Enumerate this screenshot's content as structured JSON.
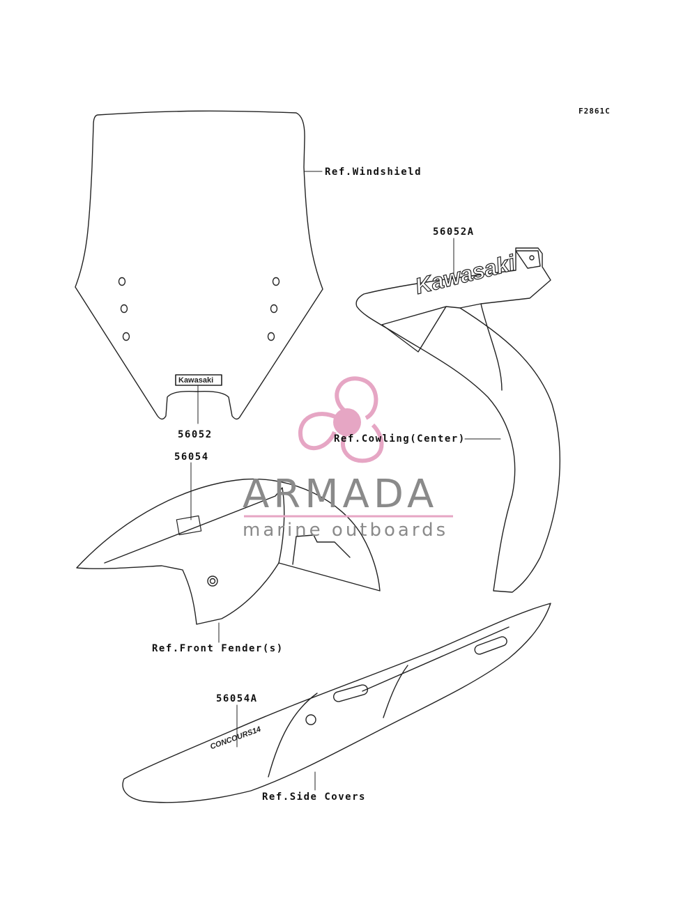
{
  "diagram": {
    "figure_code": "F2861C",
    "callouts": {
      "windshield_ref": "Ref.Windshield",
      "part_56052": "56052",
      "part_56052a": "56052A",
      "cowling_ref": "Ref.Cowling(Center)",
      "part_56054": "56054",
      "fender_ref": "Ref.Front Fender(s)",
      "part_56054a": "56054A",
      "side_covers_ref": "Ref.Side Covers"
    },
    "decals": {
      "windshield_logo": "Kawasaki",
      "cowling_logo": "Kawasaki",
      "side_cover_logo": "CONCOURS14"
    },
    "watermark": {
      "brand": "ARMADA",
      "tagline": "marine outboards",
      "color_accent": "#e6a6c4",
      "color_text": "#8a8a8a"
    },
    "line_color": "#222222"
  }
}
